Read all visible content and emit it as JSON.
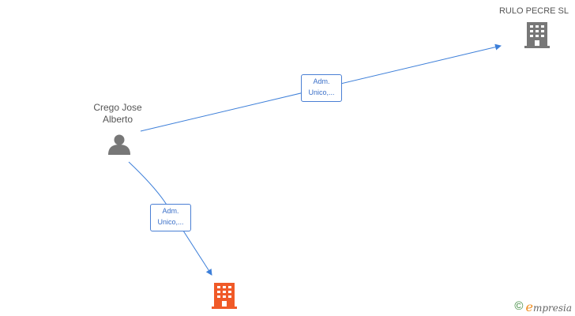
{
  "nodes": {
    "person": {
      "name_line1": "Crego Jose",
      "name_line2": "Alberto",
      "icon": "person-icon",
      "color": "#777777"
    },
    "company_top": {
      "name": "RULO PECRE SL",
      "icon": "building-icon",
      "color": "#777777"
    },
    "company_bottom": {
      "name": "",
      "icon": "building-icon",
      "color": "#f05a28"
    }
  },
  "edges": [
    {
      "from": "person",
      "to": "company_top",
      "label_line1": "Adm.",
      "label_line2": "Unico,..."
    },
    {
      "from": "person",
      "to": "company_bottom",
      "label_line1": "Adm.",
      "label_line2": "Unico,..."
    }
  ],
  "colors": {
    "edge": "#3d7fd9",
    "label_border": "#4a7fd4"
  },
  "brand": {
    "copyright": "©",
    "initial": "e",
    "rest": "mpresia"
  }
}
